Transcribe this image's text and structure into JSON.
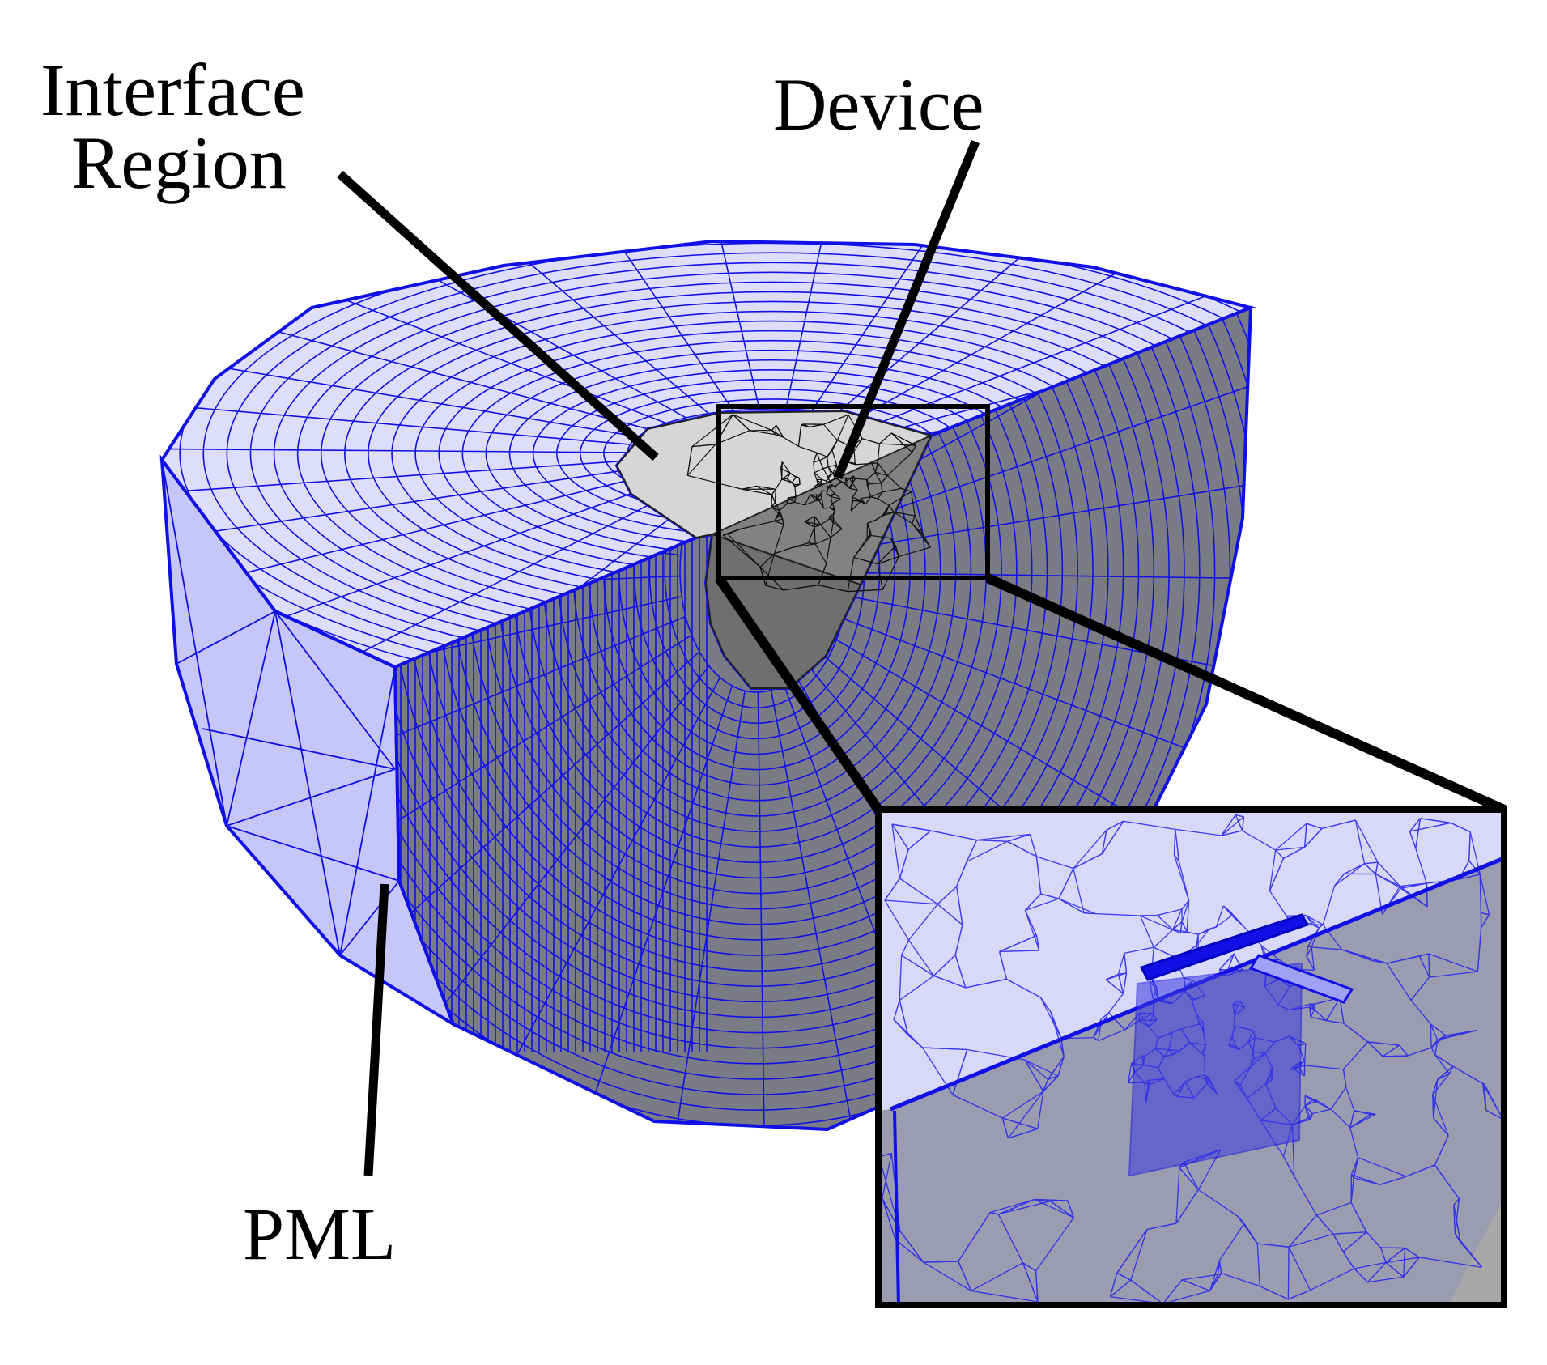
{
  "labels": {
    "interface_line1": "Interface",
    "interface_line2": "Region",
    "device": "Device",
    "pml": "PML"
  },
  "colors": {
    "mesh_line": "#1010e6",
    "pml_fill": "#c8c8fa",
    "pml_fill_light": "#e2e2fb",
    "interface_fill": "#7e7e7e",
    "interface_fill_light": "#d8d8d8",
    "callout": "#000000"
  },
  "icons": [
    "mesh-pml-shell",
    "mesh-interface-region",
    "device-zoom-inset"
  ]
}
